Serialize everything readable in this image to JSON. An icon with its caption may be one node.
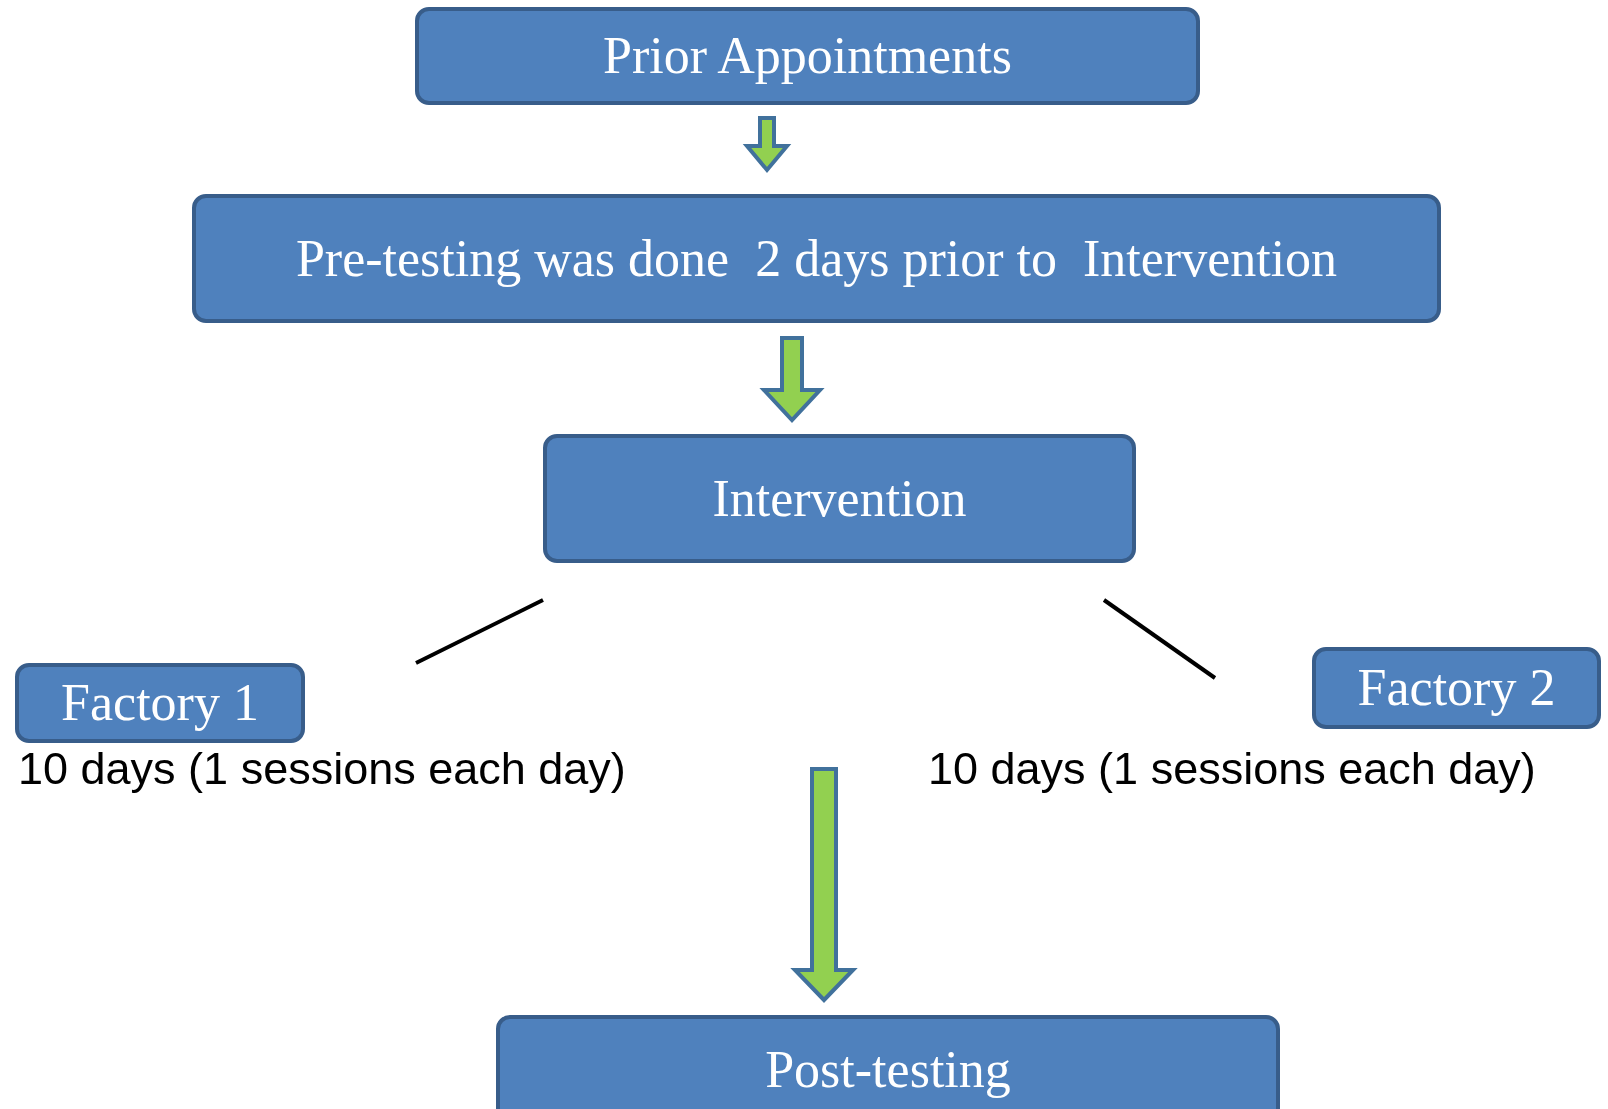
{
  "diagram": {
    "nodes": [
      {
        "text": [
          "Prior Appointments"
        ]
      },
      {
        "text": [
          "Pre-testing was done  2 days prior to  Intervention"
        ]
      },
      {
        "text": [
          "Intervention"
        ]
      },
      {
        "text": [
          "Factory 1"
        ],
        "beside": [
          "10 days (1 sessions each day)"
        ]
      },
      {
        "text": [
          "Factory 2"
        ],
        "beside": [
          "10 days (1 sessions each day)"
        ]
      },
      {
        "text": [
          "Post-testing"
        ]
      }
    ],
    "edges": [
      {
        "from": 0,
        "to": 1,
        "arrow": "to"
      },
      {
        "from": 1,
        "to": 2,
        "arrow": "to"
      },
      {
        "from": 2,
        "to": 3,
        "arrow": "none"
      },
      {
        "from": 2,
        "to": 4,
        "arrow": "none"
      },
      {
        "from": null,
        "to": 5,
        "arrow": "to"
      }
    ]
  }
}
